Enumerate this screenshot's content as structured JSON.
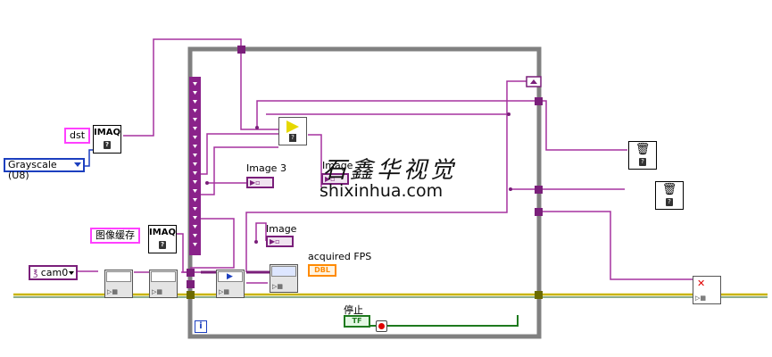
{
  "constants": {
    "dst": "dst",
    "buffer": "图像缓存",
    "camera": "cam0",
    "image_type": "Grayscale (U8)"
  },
  "icons": {
    "imaq_label": "IMAQ",
    "imaq_error_glyph": "?"
  },
  "loop": {
    "iteration": "i"
  },
  "indicators": {
    "image3": "Image 3",
    "image_inner": "Image",
    "image": "Image",
    "fps": "acquired FPS",
    "fps_type": "DBL",
    "stop": "停止",
    "stop_type": "TF"
  },
  "watermark": {
    "logo": "石鑫华视觉",
    "url": "shixinhua.com"
  },
  "colors": {
    "image_wire": "#7a1f7a",
    "error_wire": "#c8b400",
    "session_wire": "#7a1f7a",
    "loop_border": "#808080",
    "enum_border": "#1c3fbf",
    "string_border": "#ff40ff",
    "dbl_color": "#ff8a00",
    "bool_color": "#1e7a1e"
  }
}
